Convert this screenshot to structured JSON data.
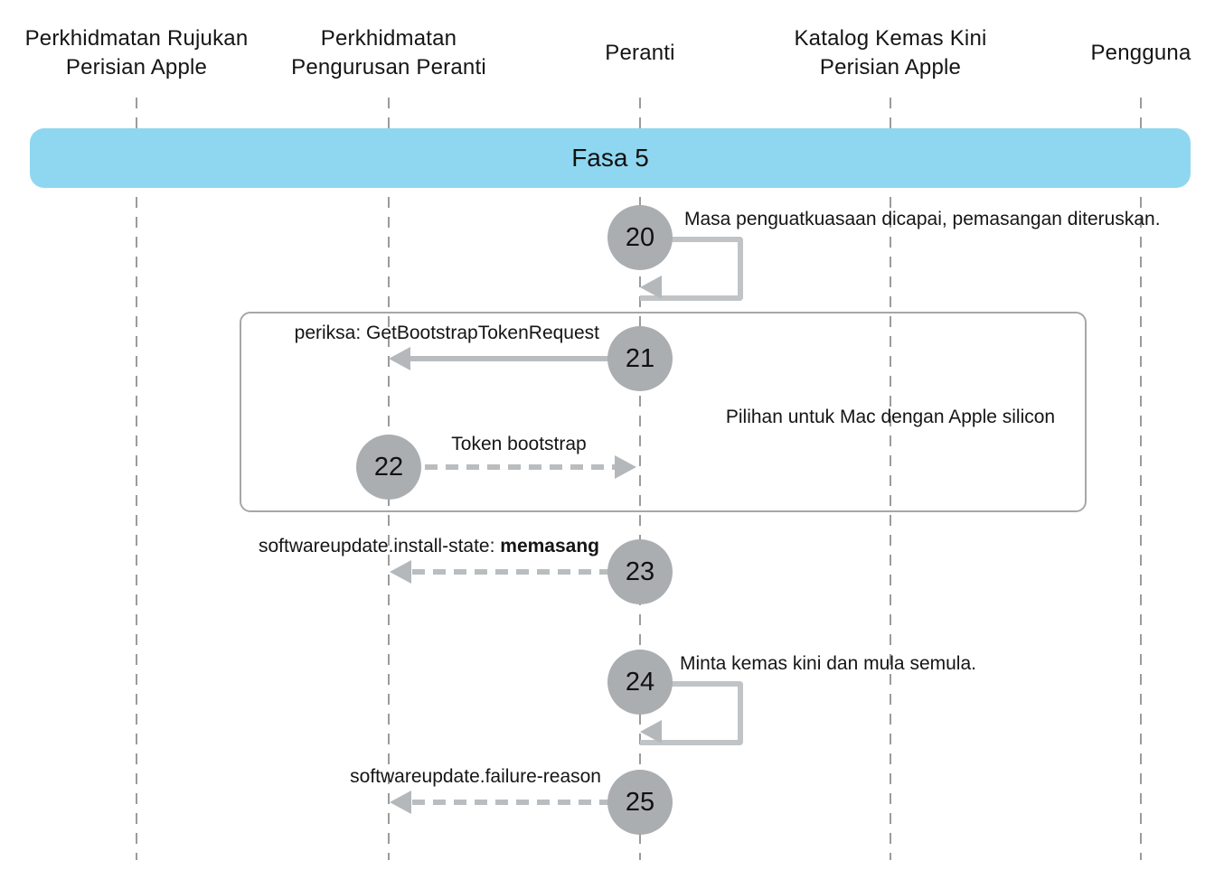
{
  "diagram_title": "Fasa 5 sequence diagram",
  "actors": [
    {
      "line1": "Perkhidmatan Rujukan",
      "line2": "Perisian Apple"
    },
    {
      "line1": "Perkhidmatan",
      "line2": "Pengurusan Peranti"
    },
    {
      "line1": "Peranti"
    },
    {
      "line1": "Katalog Kemas Kini",
      "line2": "Perisian Apple"
    },
    {
      "line1": "Pengguna"
    }
  ],
  "phase": {
    "label": "Fasa 5"
  },
  "optional_box": {
    "label": "Pilihan untuk Mac dengan Apple silicon"
  },
  "steps": {
    "s20": {
      "num": "20",
      "label": "Masa penguatkuasaan dicapai, pemasangan diteruskan."
    },
    "s21": {
      "num": "21",
      "label": "periksa: GetBootstrapTokenRequest"
    },
    "s22": {
      "num": "22",
      "label": "Token bootstrap"
    },
    "s23": {
      "num": "23",
      "label_prefix": "softwareupdate.install-state: ",
      "label_bold": "memasang"
    },
    "s24": {
      "num": "24",
      "label": "Minta kemas kini dan mula semula."
    },
    "s25": {
      "num": "25",
      "label": "softwareupdate.failure-reason"
    }
  },
  "colors": {
    "phase_banner_bg": "#8FD7F0",
    "step_circle_fill": "#ABAEB1",
    "arrow_gray": "#B9BDBF",
    "self_loop_gray": "#C0C4C6",
    "lifeline_gray": "#9B9B9B",
    "optional_box_border": "#A7A7A7",
    "text": "#151515"
  }
}
